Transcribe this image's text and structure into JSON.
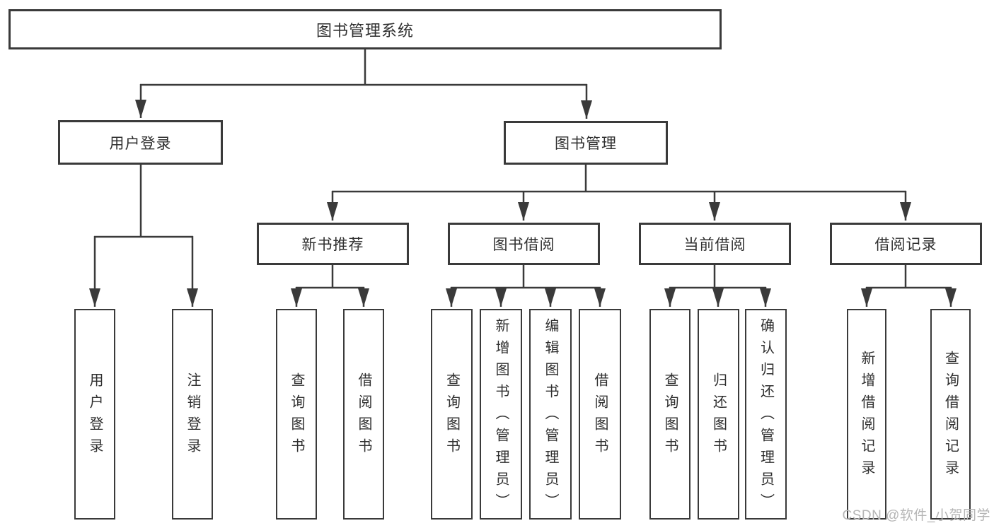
{
  "diagram": {
    "title": "图书管理系统",
    "root": {
      "label": "图书管理系统"
    },
    "level2": [
      {
        "label": "用户登录"
      },
      {
        "label": "图书管理"
      }
    ],
    "level3": [
      {
        "label": "新书推荐"
      },
      {
        "label": "图书借阅"
      },
      {
        "label": "当前借阅"
      },
      {
        "label": "借阅记录"
      }
    ],
    "leaves": {
      "user_login": [
        "用户登录",
        "注销登录"
      ],
      "new_book_recommend": [
        "查询图书",
        "借阅图书"
      ],
      "book_borrow": [
        "查询图书",
        "新增图书（管理员）",
        "编辑图书（管理员）",
        "借阅图书"
      ],
      "current_borrow": [
        "查询图书",
        "归还图书",
        "确认归还（管理员）"
      ],
      "borrow_record": [
        "新增借阅记录",
        "查询借阅记录"
      ]
    }
  },
  "watermark": "CSDN @软件_小贺同学",
  "colors": {
    "line": "#3a3a3a",
    "text": "#2f2f2f",
    "watermark": "#b5b5b5",
    "background": "#ffffff"
  }
}
